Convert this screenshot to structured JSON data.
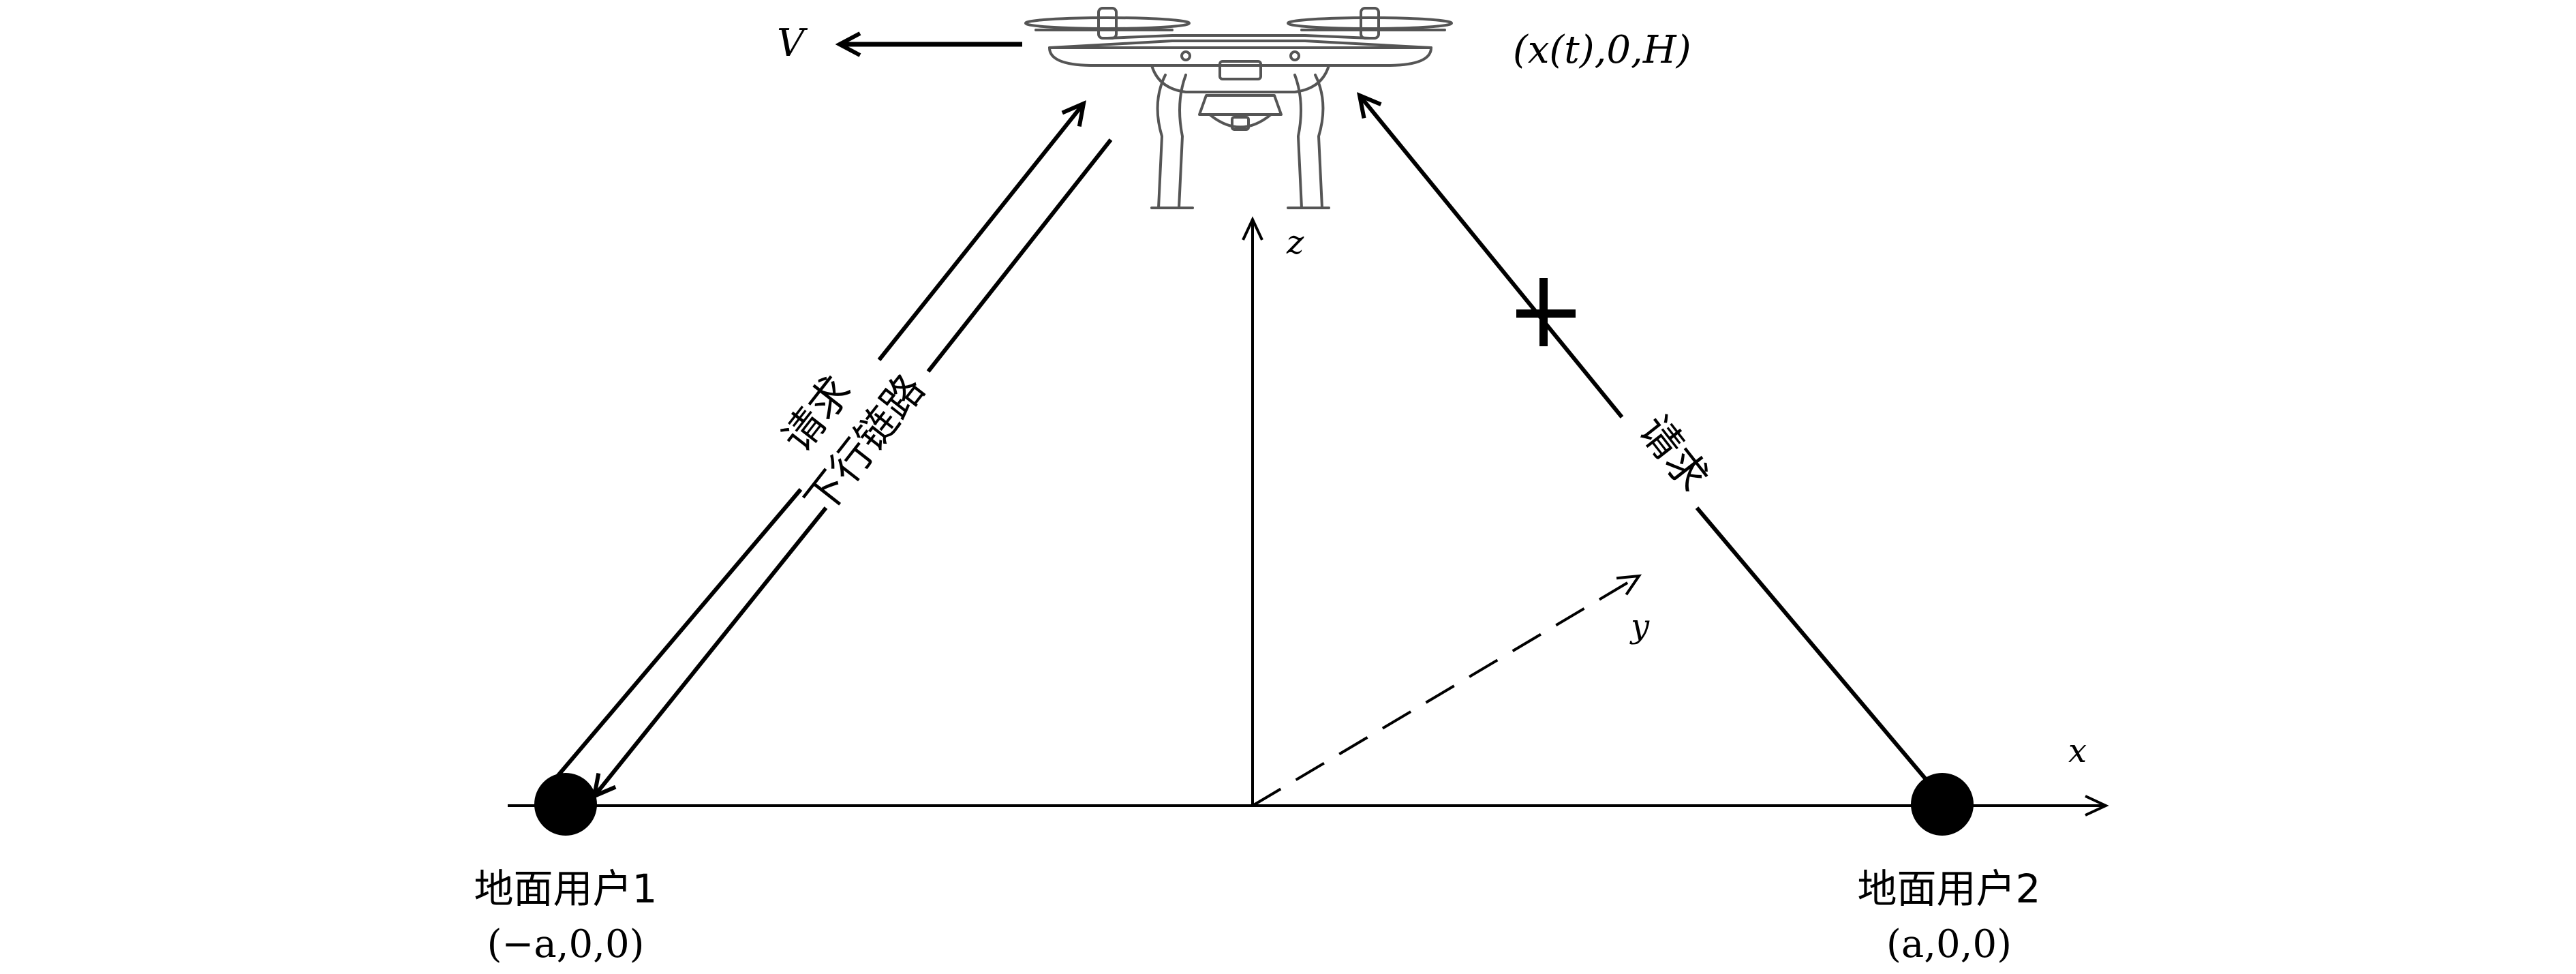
{
  "velocity": {
    "label": "V"
  },
  "uav": {
    "position": "(x(t),0,H)"
  },
  "axes": {
    "x": "x",
    "y": "y",
    "z": "z"
  },
  "links": {
    "user1_request": "请求",
    "user1_downlink": "下行链路",
    "user2_request": "请求"
  },
  "users": [
    {
      "name": "地面用户1",
      "coord": "(−a,0,0)"
    },
    {
      "name": "地面用户2",
      "coord": "(a,0,0)"
    }
  ],
  "colors": {
    "ink": "#000000",
    "drone": "#555555",
    "background": "#ffffff"
  }
}
